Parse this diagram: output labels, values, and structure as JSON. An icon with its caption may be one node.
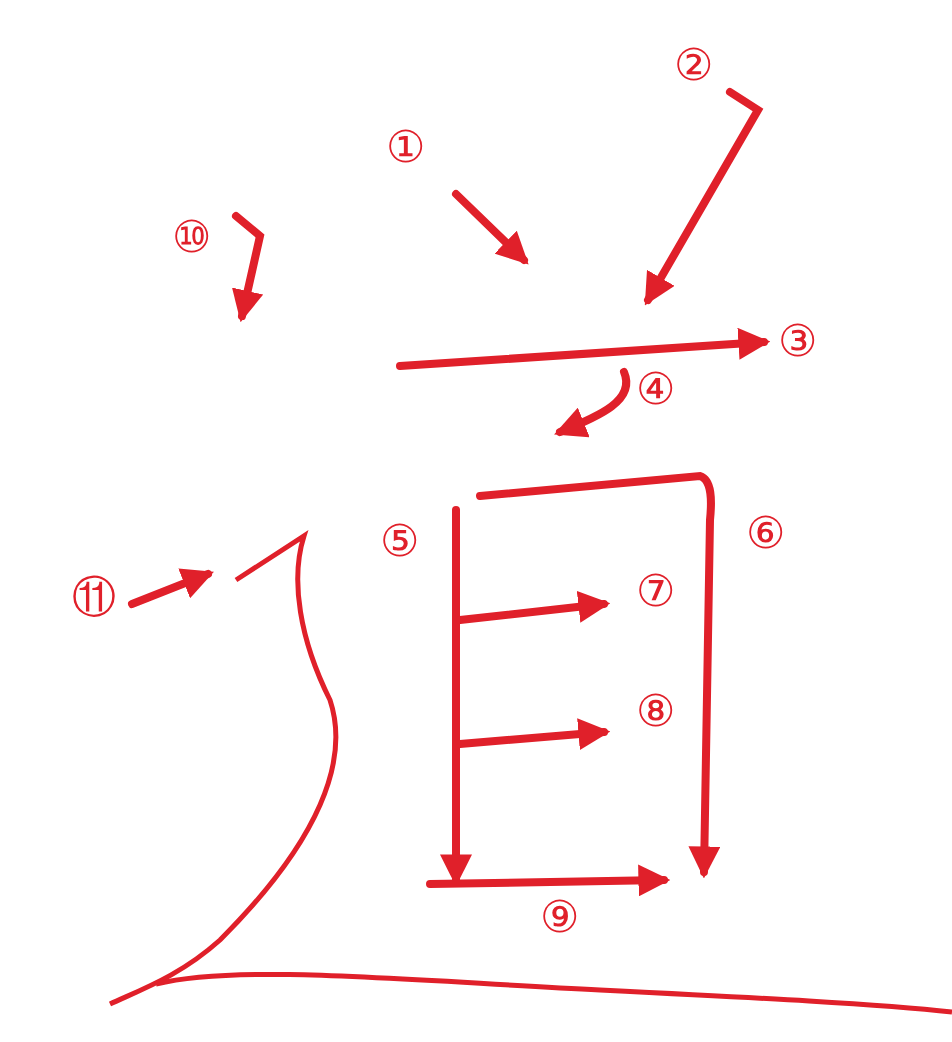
{
  "diagram": {
    "labels": [
      "②",
      "①",
      "⑩",
      "③",
      "④",
      "⑤",
      "⑥",
      "⑪",
      "⑦",
      "⑧",
      "⑨"
    ]
  }
}
